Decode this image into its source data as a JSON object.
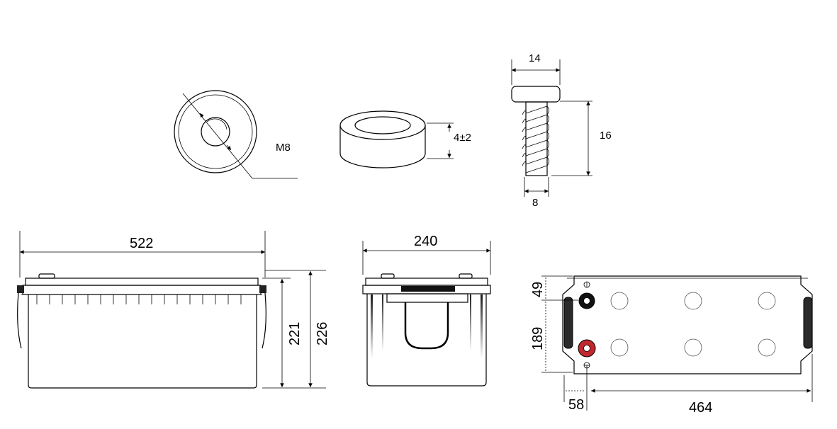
{
  "drawing": {
    "nut": {
      "thread_label": "M8"
    },
    "washer": {
      "thickness_label": "4±2"
    },
    "bolt": {
      "head_width_label": "14",
      "length_label": "16",
      "shank_diameter_label": "8"
    },
    "front_view": {
      "length_label": "522",
      "height_label": "221",
      "total_height_label": "226"
    },
    "side_view": {
      "width_label": "240"
    },
    "top_view": {
      "terminal_offset_label": "49",
      "terminal_spacing_label": "189",
      "edge_offset_label": "58",
      "inner_length_label": "464"
    }
  },
  "colors": {
    "lines": "#000000",
    "positive_terminal": "#c0282d",
    "negative_terminal": "#111111",
    "cap_fill": "#ffffff",
    "handle_fill": "#2a2a2a"
  }
}
